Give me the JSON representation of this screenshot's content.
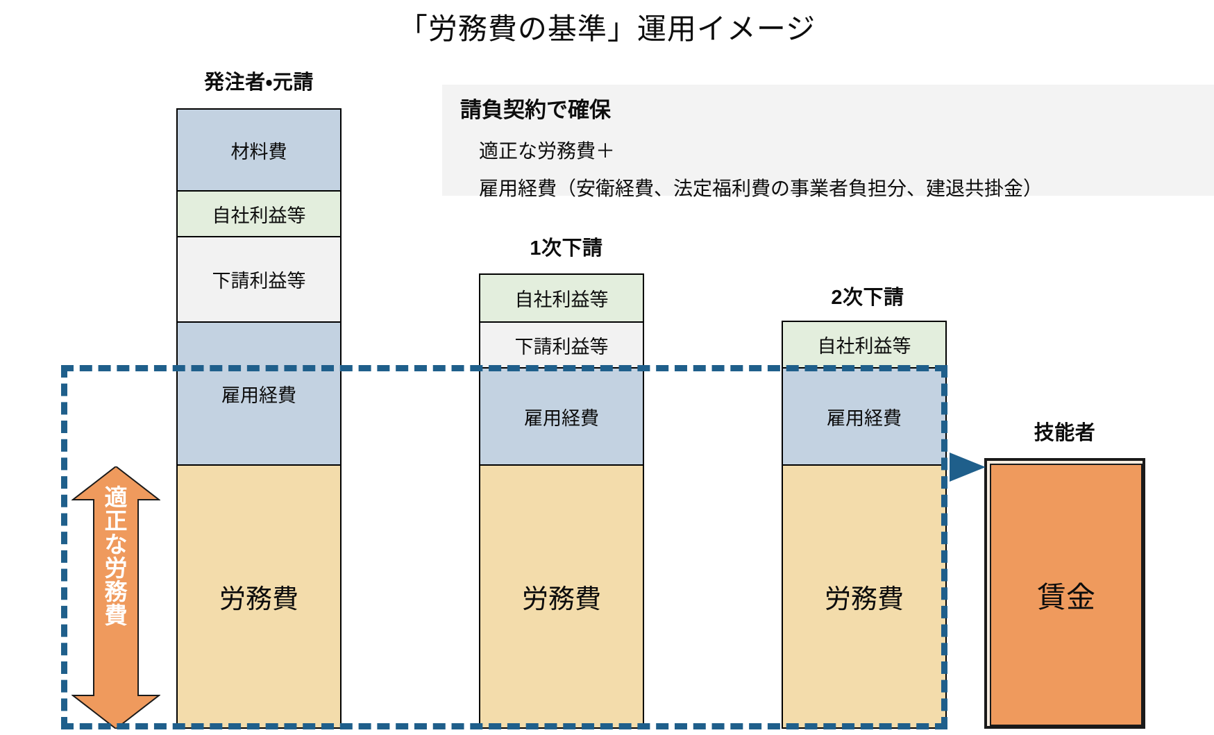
{
  "title": "「労務費の基準」運用イメージ",
  "note": {
    "heading": "請負契約で確保",
    "line1": "適正な労務費＋",
    "line2": "雇用経費（安衛経費、法定福利費の事業者負担分、建退共掛金）"
  },
  "columns": [
    {
      "id": "prime",
      "header": "発注者・元請",
      "segments": [
        {
          "label": "材料費",
          "color": "#c3d2e1"
        },
        {
          "label": "自社利益等",
          "color": "#e3eedd"
        },
        {
          "label": "下請利益等",
          "color": "#f2f2f2"
        },
        {
          "label": "雇用経費",
          "color": "#c3d2e1"
        },
        {
          "label": "労務費",
          "color": "#f3dcab"
        }
      ]
    },
    {
      "id": "sub1",
      "header": "1次下請",
      "segments": [
        {
          "label": "自社利益等",
          "color": "#e3eedd"
        },
        {
          "label": "下請利益等",
          "color": "#f2f2f2"
        },
        {
          "label": "雇用経費",
          "color": "#c3d2e1"
        },
        {
          "label": "労務費",
          "color": "#f3dcab"
        }
      ]
    },
    {
      "id": "sub2",
      "header": "2次下請",
      "segments": [
        {
          "label": "自社利益等",
          "color": "#e3eedd"
        },
        {
          "label": "雇用経費",
          "color": "#c3d2e1"
        },
        {
          "label": "労務費",
          "color": "#f3dcab"
        }
      ]
    },
    {
      "id": "worker",
      "header": "技能者",
      "segments": [
        {
          "label": "賃金",
          "color": "#ef9a5d"
        }
      ]
    }
  ],
  "range_arrow": {
    "label": "適正な労務費",
    "chars": [
      "適",
      "正",
      "な",
      "労",
      "務",
      "費"
    ],
    "color": "#ef9a5d"
  },
  "highlight_box": {
    "color": "#1f5f8b",
    "style": "dashed"
  },
  "flow_arrow": {
    "color": "#1f5f8b",
    "direction": "right"
  },
  "palette": {
    "material": "#c3d2e1",
    "own_profit": "#e3eedd",
    "sub_profit": "#f2f2f2",
    "employment": "#c3d2e1",
    "labor_cost": "#f3dcab",
    "wage": "#ef9a5d",
    "accent": "#1f5f8b",
    "note_bg": "#f3f3f3"
  }
}
